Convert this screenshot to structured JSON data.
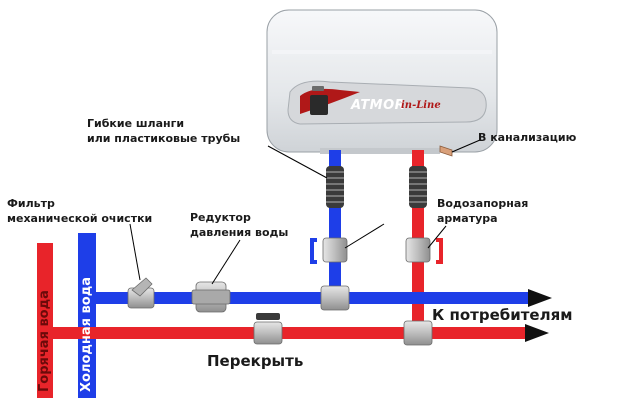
{
  "heater": {
    "brand": "ATMOR",
    "model": "in-Line"
  },
  "labels": {
    "hoses": "Гибкие шланги\nили пластиковые трубы",
    "drain": "В канализацию",
    "filter": "Фильтр\nмеханической очистки",
    "reducer": "Редуктор\nдавления воды",
    "valves": "Водозапорная\nарматура",
    "consumers": "К потребителям",
    "shutoff": "Перекрыть",
    "hot_water": "Горячая вода",
    "cold_water": "Холодная вода"
  },
  "colors": {
    "cold": "#1e3ee8",
    "hot": "#e8242a",
    "fitting": "#c9c9c9",
    "heater_body": "#e9ecef"
  }
}
